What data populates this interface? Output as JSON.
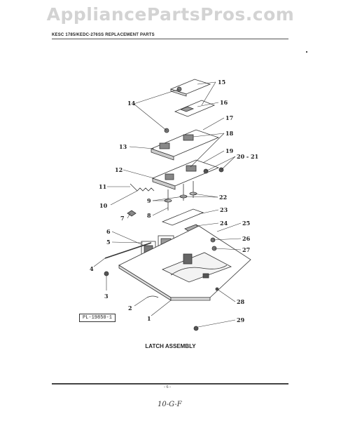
{
  "watermark": "AppliancePartsPros.com",
  "header": "KESC 1785/KEDC-276SS REPLACEMENT PARTS",
  "figure_code": "PL-19850-1",
  "caption": "LATCH ASSEMBLY",
  "page_number": "- 6 -",
  "handwritten_note": "10-G-F",
  "callouts": [
    {
      "id": "c1",
      "label": "1"
    },
    {
      "id": "c2",
      "label": "2"
    },
    {
      "id": "c3",
      "label": "3"
    },
    {
      "id": "c4",
      "label": "4"
    },
    {
      "id": "c5",
      "label": "5"
    },
    {
      "id": "c6",
      "label": "6"
    },
    {
      "id": "c7",
      "label": "7"
    },
    {
      "id": "c8",
      "label": "8"
    },
    {
      "id": "c9",
      "label": "9"
    },
    {
      "id": "c10",
      "label": "10"
    },
    {
      "id": "c11",
      "label": "11"
    },
    {
      "id": "c12",
      "label": "12"
    },
    {
      "id": "c13",
      "label": "13"
    },
    {
      "id": "c14",
      "label": "14"
    },
    {
      "id": "c15",
      "label": "15"
    },
    {
      "id": "c16",
      "label": "16"
    },
    {
      "id": "c17",
      "label": "17"
    },
    {
      "id": "c18",
      "label": "18"
    },
    {
      "id": "c19",
      "label": "19"
    },
    {
      "id": "c20",
      "label": "20 - 21"
    },
    {
      "id": "c22",
      "label": "22"
    },
    {
      "id": "c23",
      "label": "23"
    },
    {
      "id": "c24",
      "label": "24"
    },
    {
      "id": "c25",
      "label": "25"
    },
    {
      "id": "c26",
      "label": "26"
    },
    {
      "id": "c27",
      "label": "27"
    },
    {
      "id": "c28",
      "label": "28"
    },
    {
      "id": "c29",
      "label": "29"
    }
  ]
}
